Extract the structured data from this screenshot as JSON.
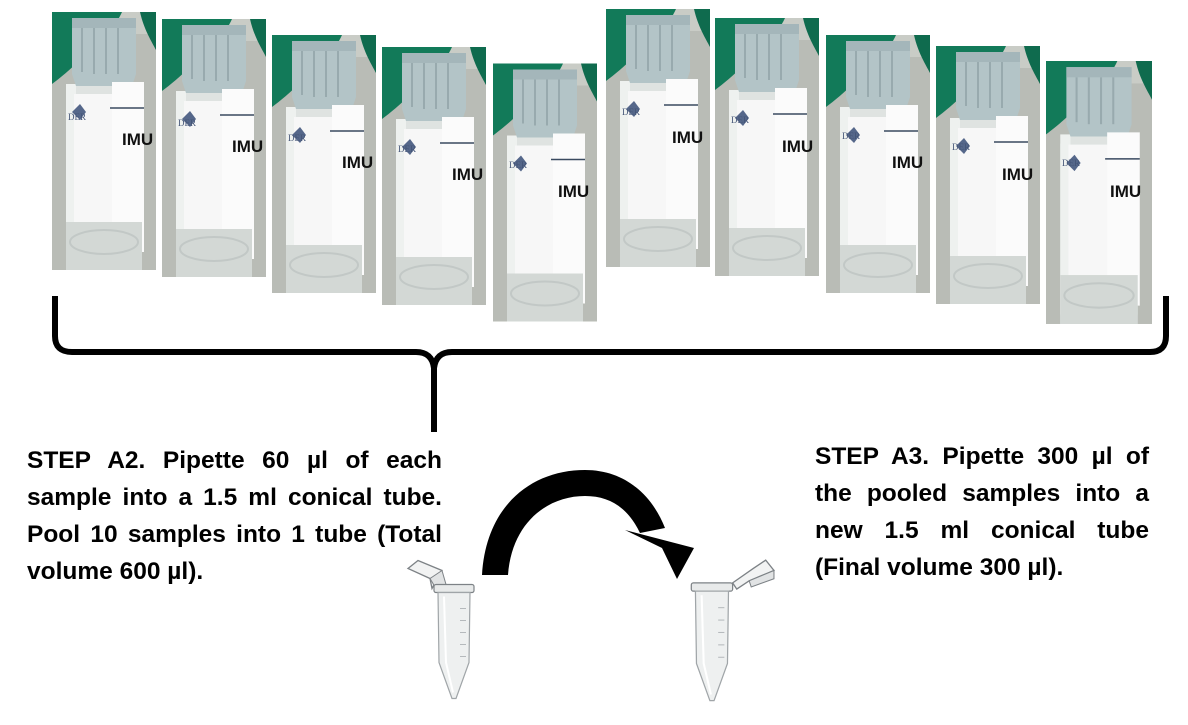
{
  "colors": {
    "background": "#ffffff",
    "glove_green": "#127a59",
    "wall_gray": "#b9bcb6",
    "vial_body": "#dfe3e1",
    "vial_cap": "#b3c4c7",
    "label_white": "#f7f7f7",
    "text": "#000000"
  },
  "vials": {
    "label_text": "IMU",
    "brand_fragment": "DER",
    "count": 10
  },
  "steps": {
    "a2": "STEP A2. Pipette 60 µl of each sample into a 1.5 ml conical tube. Pool 10 samples into 1 tube (Total volume 600 µl).",
    "a3": "STEP A3. Pipette 300 µl of the pooled samples into a new 1.5 ml conical tube (Final volume 300 µl)."
  },
  "icons": {
    "bracket": "curly-brace-icon",
    "arrow": "curved-arrow-icon",
    "tube": "microcentrifuge-tube-icon"
  }
}
